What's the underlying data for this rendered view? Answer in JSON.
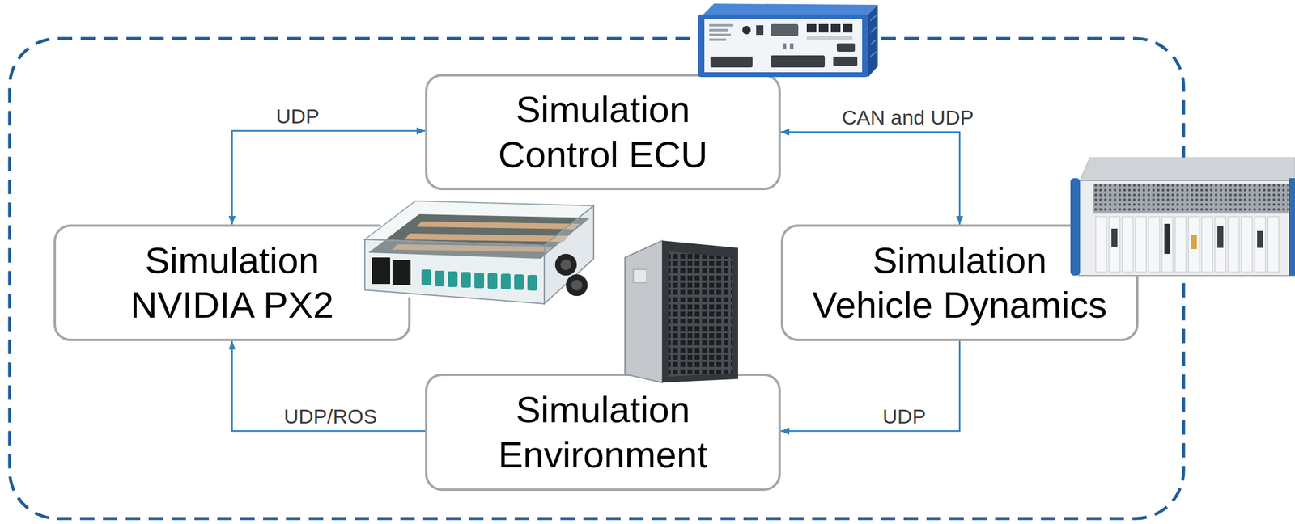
{
  "diagram": {
    "nodes": [
      {
        "text": [
          "Simulation Control ECU"
        ]
      },
      {
        "text": [
          "Simulation NVIDIA PX2"
        ]
      },
      {
        "text": [
          "Simulation Vehicle Dynamics"
        ]
      },
      {
        "text": [
          "Simulation Environment"
        ]
      }
    ],
    "edges": [
      {
        "from": 0,
        "to": 1,
        "label": "UDP",
        "arrow": "both"
      },
      {
        "from": 0,
        "to": 2,
        "label": "CAN and UDP",
        "arrow": "both"
      },
      {
        "from": 2,
        "to": 3,
        "label": "UDP",
        "arrow": "to"
      },
      {
        "from": 3,
        "to": 1,
        "label": "UDP/ROS",
        "arrow": "to"
      }
    ]
  }
}
